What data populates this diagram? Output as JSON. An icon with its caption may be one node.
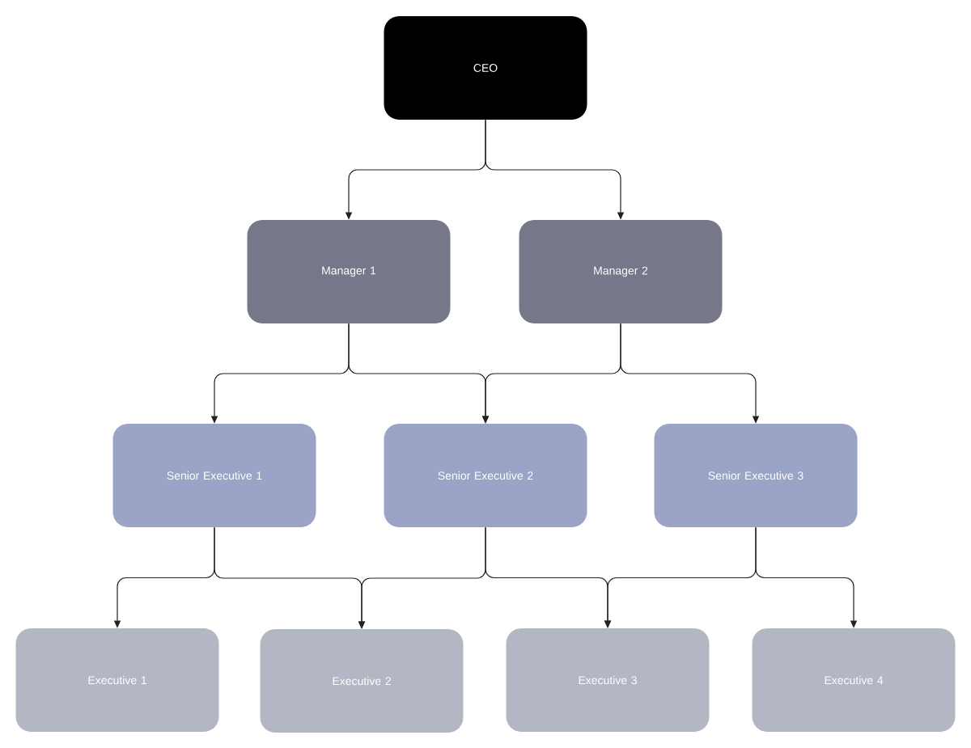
{
  "diagram": {
    "nodes": [
      {
        "text": [
          "CEO"
        ]
      },
      {
        "text": [
          "Manager 1"
        ]
      },
      {
        "text": [
          "Manager 2"
        ]
      },
      {
        "text": [
          "Senior Executive 1"
        ]
      },
      {
        "text": [
          "Senior Executive 2"
        ]
      },
      {
        "text": [
          "Senior Executive 3"
        ]
      },
      {
        "text": [
          "Executive 1"
        ]
      },
      {
        "text": [
          "Executive 2"
        ]
      },
      {
        "text": [
          "Executive 3"
        ]
      },
      {
        "text": [
          "Executive 4"
        ]
      }
    ],
    "edges": [
      {
        "from": 0,
        "to": 1,
        "arrow": "to"
      },
      {
        "from": 0,
        "to": 2,
        "arrow": "to"
      },
      {
        "from": 1,
        "to": 3,
        "arrow": "to"
      },
      {
        "from": 1,
        "to": 4,
        "arrow": "to"
      },
      {
        "from": 2,
        "to": 4,
        "arrow": "to"
      },
      {
        "from": 2,
        "to": 5,
        "arrow": "to"
      },
      {
        "from": 3,
        "to": 6,
        "arrow": "to"
      },
      {
        "from": 3,
        "to": 7,
        "arrow": "to"
      },
      {
        "from": 4,
        "to": 7,
        "arrow": "to"
      },
      {
        "from": 4,
        "to": 8,
        "arrow": "to"
      },
      {
        "from": 5,
        "to": 8,
        "arrow": "to"
      },
      {
        "from": 5,
        "to": 9,
        "arrow": "to"
      }
    ]
  }
}
